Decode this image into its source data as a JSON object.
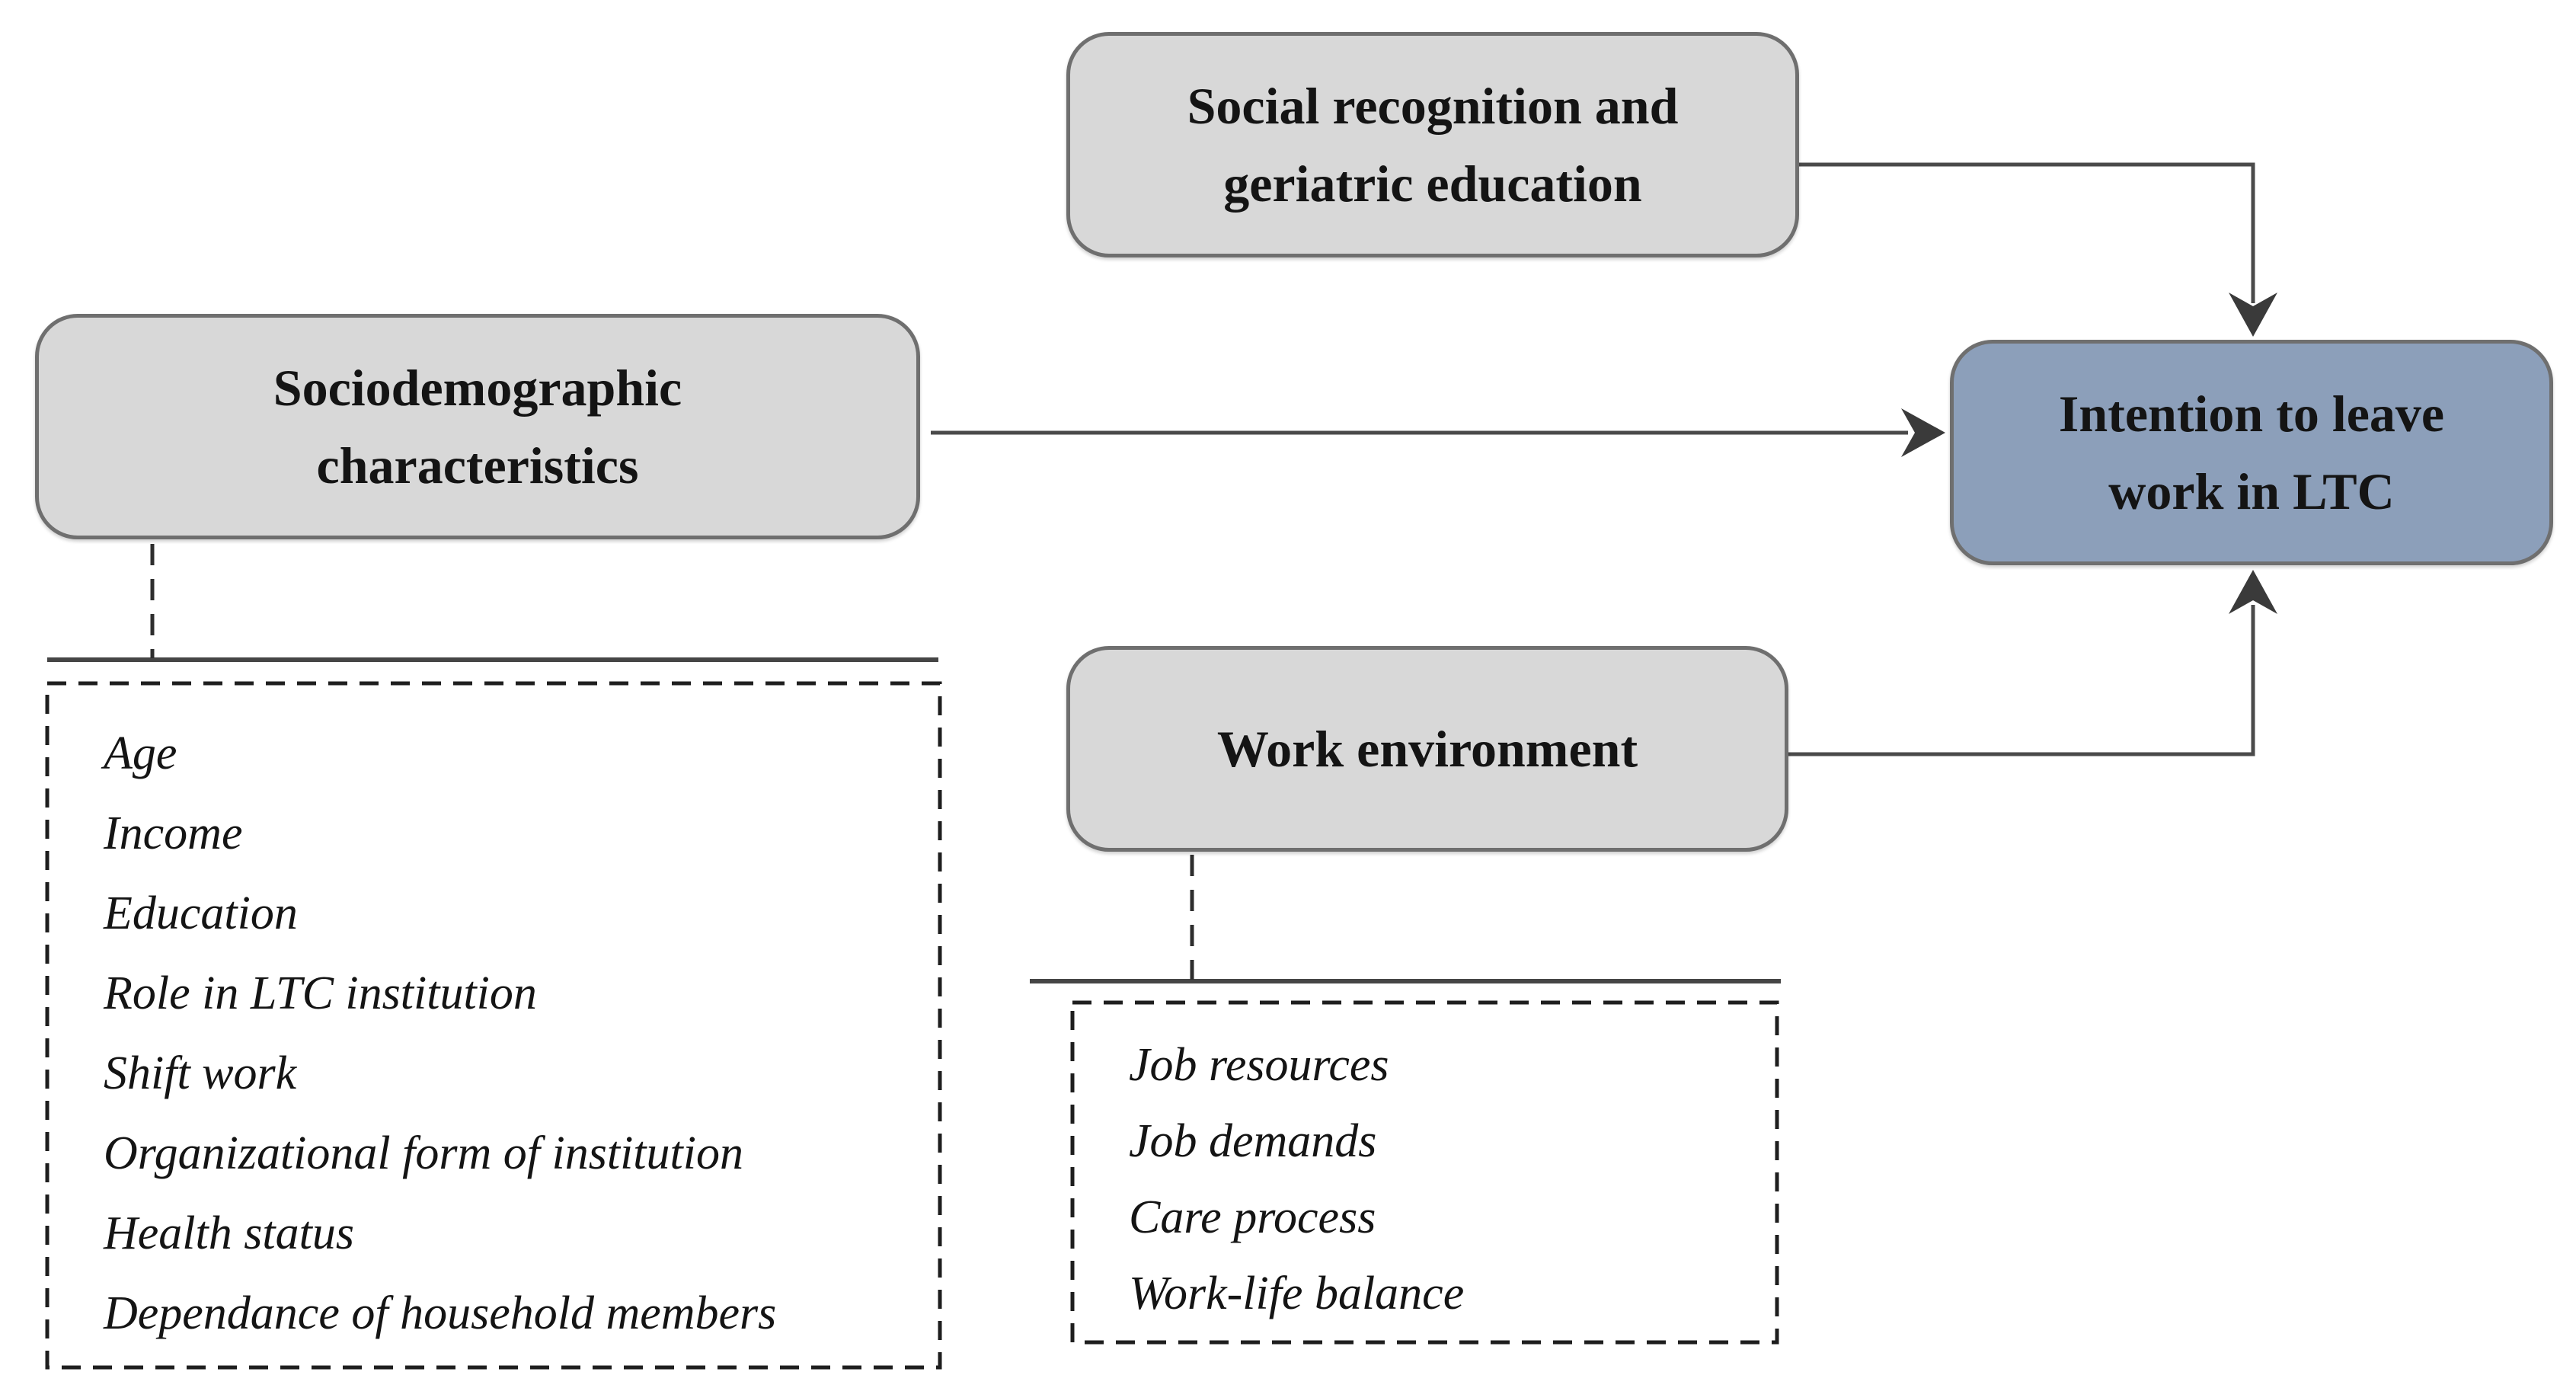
{
  "figure": {
    "boxes": {
      "social_recognition": {
        "label": "Social recognition and geriatric education"
      },
      "sociodemographic": {
        "label": "Sociodemographic characteristics"
      },
      "intention": {
        "label": "Intention to leave work in LTC"
      },
      "work_environment": {
        "label": "Work environment"
      }
    },
    "sociodemographic_factors": {
      "items": [
        "Age",
        "Income",
        "Education",
        "Role in LTC institution",
        "Shift work",
        "Organizational form of institution",
        "Health status",
        "Dependance of household members"
      ]
    },
    "work_environment_factors": {
      "items": [
        "Job resources",
        "Job demands",
        "Care process",
        "Work-life balance"
      ]
    },
    "colors": {
      "box_fill": "#d8d8d8",
      "box_border": "#6f6f6f",
      "outcome_fill": "#8c9fba",
      "arrow": "#4a4a4a",
      "text": "#141414"
    }
  }
}
